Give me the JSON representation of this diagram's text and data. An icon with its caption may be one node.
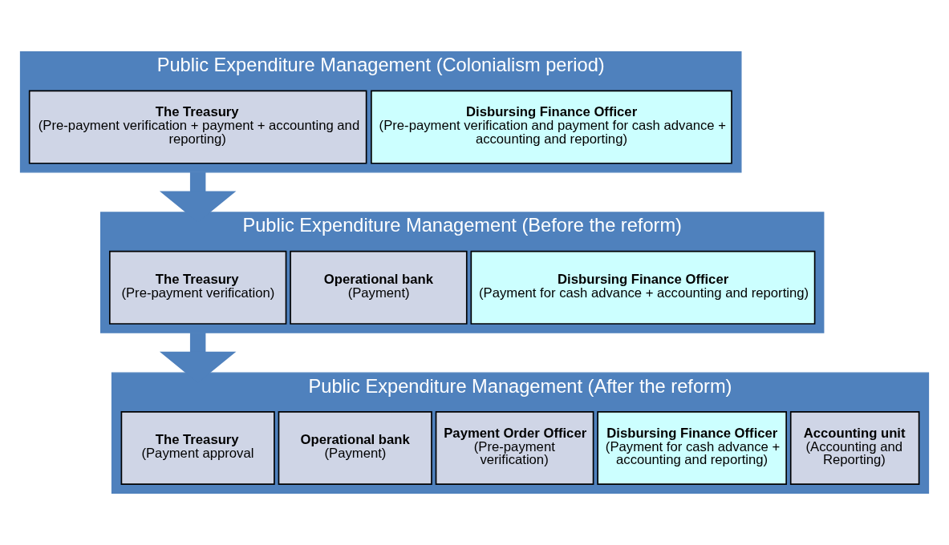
{
  "diagram": {
    "nodes": [
      {
        "text": [
          "Public Expenditure Management (Colonialism period)"
        ]
      },
      {
        "text": [
          "The Treasury",
          "(Pre-payment verification + payment + accounting and reporting)"
        ],
        "in": 0
      },
      {
        "text": [
          "Disbursing Finance Officer",
          "(Pre-payment verification and payment for cash advance + accounting and reporting)"
        ],
        "in": 0
      },
      {
        "text": [
          "Public Expenditure Management (Before the reform)"
        ]
      },
      {
        "text": [
          "The Treasury",
          "(Pre-payment verification)"
        ],
        "in": 3
      },
      {
        "text": [
          "Operational bank",
          "(Payment)"
        ],
        "in": 3
      },
      {
        "text": [
          "Disbursing Finance Officer",
          "(Payment for cash advance + accounting and reporting)"
        ],
        "in": 3
      },
      {
        "text": [
          "Public Expenditure Management (After the reform)"
        ]
      },
      {
        "text": [
          "The Treasury",
          "(Payment approval"
        ],
        "in": 7
      },
      {
        "text": [
          "Operational bank",
          "(Payment)"
        ],
        "in": 7
      },
      {
        "text": [
          "Payment Order Officer",
          "(Pre-payment verification)"
        ],
        "in": 7
      },
      {
        "text": [
          "Disbursing Finance Officer",
          "(Payment for cash advance + accounting and reporting)"
        ],
        "in": 7
      },
      {
        "text": [
          "Accounting unit",
          "(Accounting and Reporting)"
        ],
        "in": 7
      }
    ],
    "edges": [
      {
        "from": 0,
        "to": 3,
        "arrow": "to"
      },
      {
        "from": 3,
        "to": 7,
        "arrow": "to"
      }
    ]
  }
}
